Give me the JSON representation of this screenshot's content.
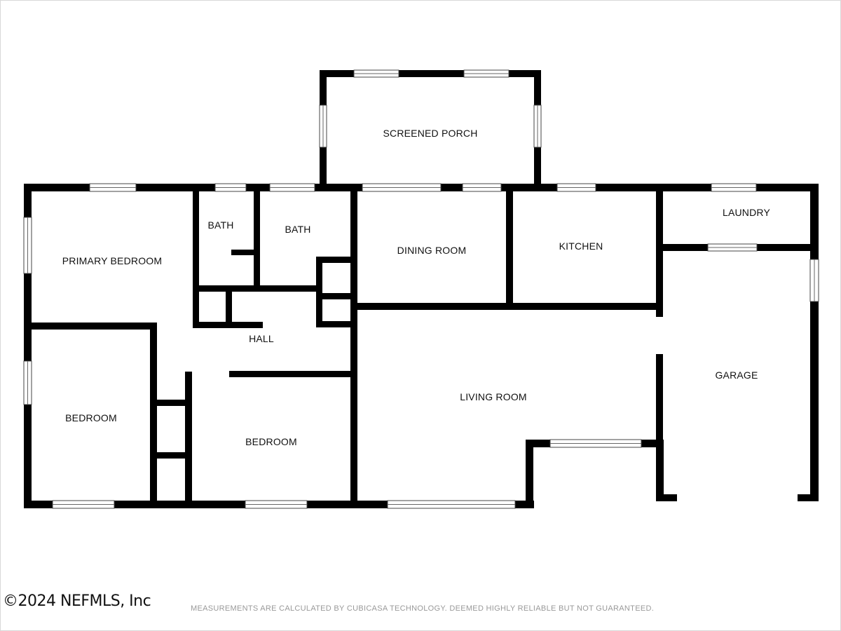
{
  "rooms": {
    "screened_porch": "SCREENED PORCH",
    "primary_bedroom": "PRIMARY BEDROOM",
    "bath_1": "BATH",
    "bath_2": "BATH",
    "dining_room": "DINING ROOM",
    "kitchen": "KITCHEN",
    "laundry": "LAUNDRY",
    "hall": "HALL",
    "garage": "GARAGE",
    "living_room": "LIVING ROOM",
    "bedroom_1": "BEDROOM",
    "bedroom_2": "BEDROOM"
  },
  "footer": {
    "copyright": "©2024 NEFMLS, Inc",
    "disclaimer": "MEASUREMENTS ARE CALCULATED BY CUBICASA TECHNOLOGY. DEEMED HIGHLY RELIABLE BUT NOT GUARANTEED."
  },
  "colors": {
    "wall": "#000000",
    "window": "#ffffff",
    "background": "#ffffff",
    "disclaimer_text": "#999999"
  }
}
